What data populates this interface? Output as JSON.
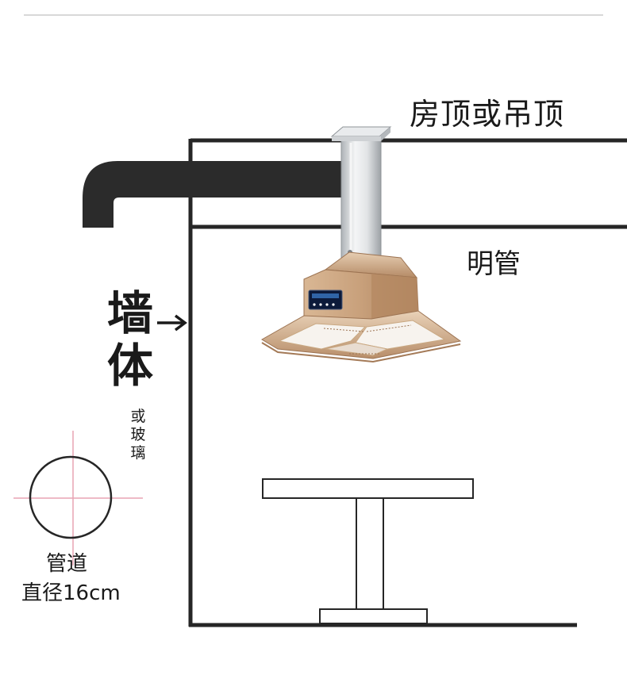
{
  "labels": {
    "roof_or_ceiling": "房顶或吊顶",
    "exposed_pipe": "明管",
    "wall_char1": "墙",
    "wall_char2": "体",
    "or_glass": "或玻璃",
    "pipe": "管道",
    "diameter": "直径16cm"
  },
  "colors": {
    "line": "#262626",
    "duct": "#2b2b2b",
    "crosshair": "#e8a4b4",
    "hood_gold": "#c9a27c",
    "hood_gold_dark": "#9c7352",
    "chimney": "#d9dcde",
    "display": "#0c1a3a",
    "display_glow": "#4fa3ff"
  },
  "icons": {
    "arrow": "arrow-right-icon",
    "pipe_cross_section": "pipe-circle-icon"
  }
}
